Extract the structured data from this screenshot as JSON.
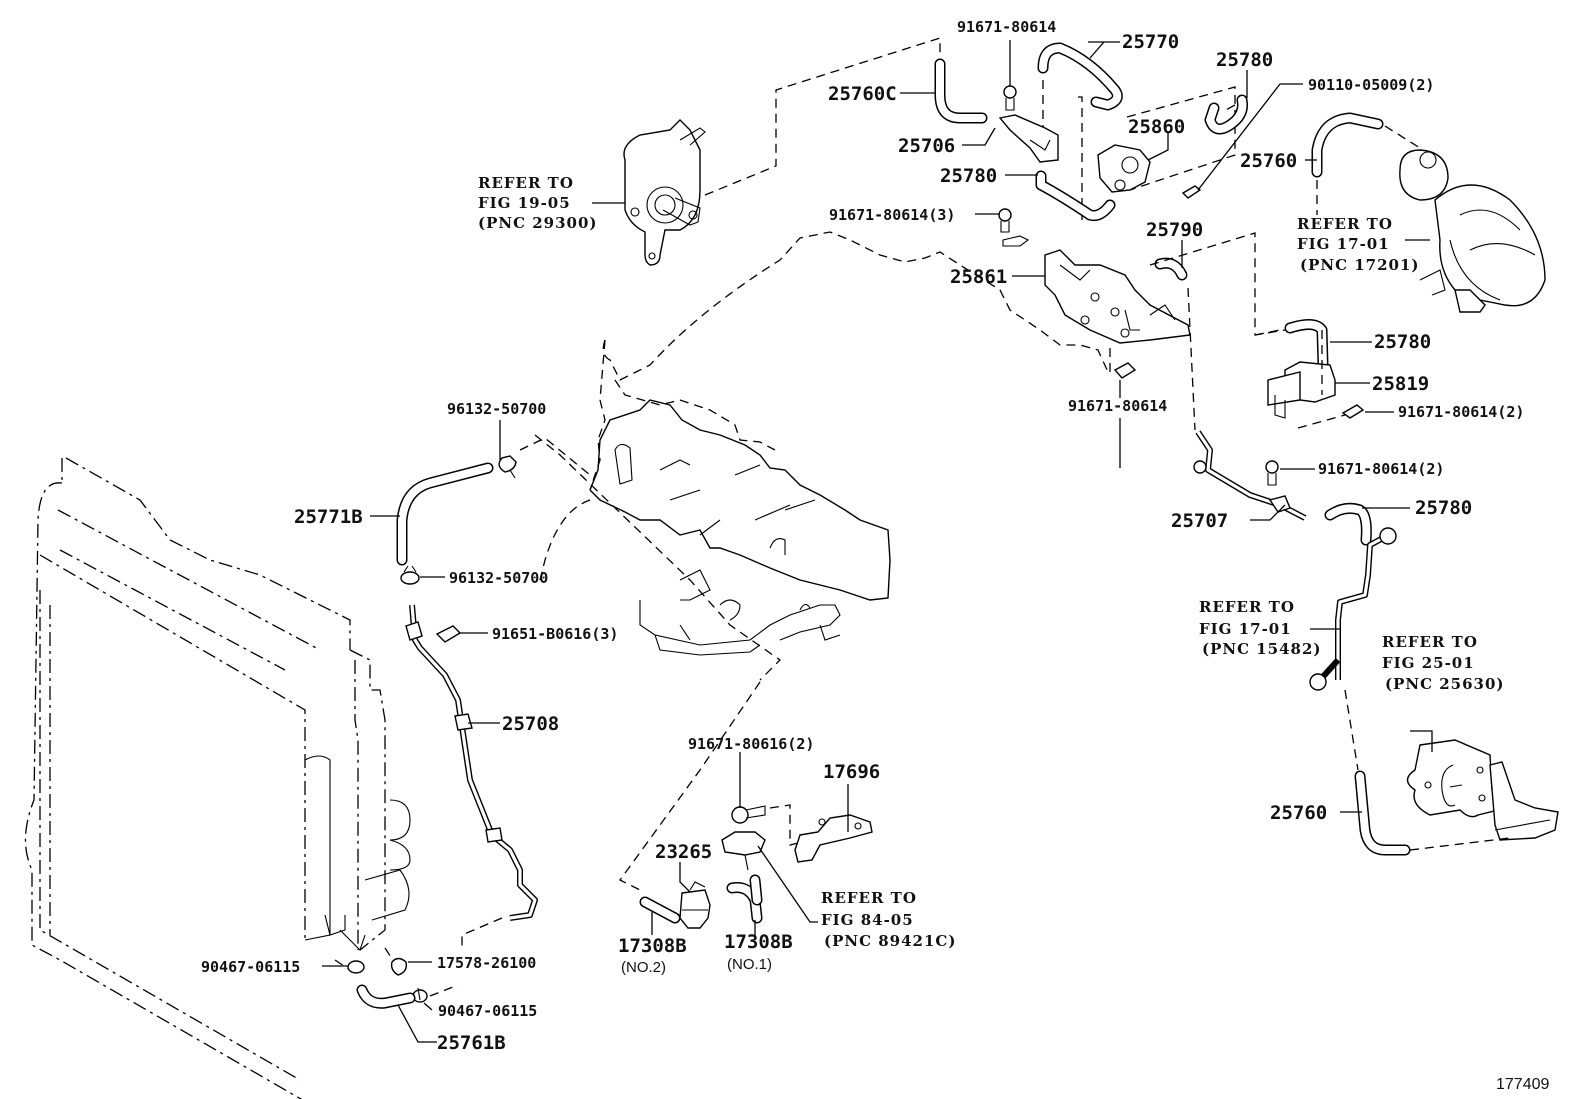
{
  "diagram": {
    "title": "Vacuum piping parts diagram",
    "figure_number": "177409",
    "labels": {
      "p25770": "25770",
      "p25780_top": "25780",
      "p91671_80614_top": "91671-80614",
      "p90110_05009": "90110-05009(2)",
      "p25760C": "25760C",
      "p25706": "25706",
      "p25860": "25860",
      "p25780_mid": "25780",
      "p25760_top": "25760",
      "p91671_80614_3": "91671-80614(3)",
      "p25790": "25790",
      "p25861": "25861",
      "p25780_right": "25780",
      "p25819": "25819",
      "p91671_80614_center": "91671-80614",
      "p91671_80614_2a": "91671-80614(2)",
      "p91671_80614_2b": "91671-80614(2)",
      "p25707": "25707",
      "p25780_low": "25780",
      "p96132_50700_top": "96132-50700",
      "p25771B": "25771B",
      "p96132_50700_bot": "96132-50700",
      "p91651_B0616": "91651-B0616(3)",
      "p25708": "25708",
      "p91671_80616": "91671-80616(2)",
      "p17696": "17696",
      "p23265": "23265",
      "p17308B_no2": "17308B",
      "p17308B_no2_sub": "(NO.2)",
      "p17308B_no1": "17308B",
      "p17308B_no1_sub": "(NO.1)",
      "p90467_06115_left": "90467-06115",
      "p17578_26100": "17578-26100",
      "p90467_06115_right": "90467-06115",
      "p25761B": "25761B",
      "p25760_bottom": "25760"
    },
    "references": [
      {
        "line1": "REFER TO",
        "line2": "FIG 19-05",
        "line3": "(PNC 29300)"
      },
      {
        "line1": "REFER TO",
        "line2": "FIG 17-01",
        "line3": "(PNC 17201)"
      },
      {
        "line1": "REFER TO",
        "line2": "FIG 17-01",
        "line3": "(PNC 15482)"
      },
      {
        "line1": "REFER TO",
        "line2": "FIG 25-01",
        "line3": "(PNC 25630)"
      },
      {
        "line1": "REFER TO",
        "line2": "FIG 84-05",
        "line3": "(PNC 89421C)"
      }
    ]
  }
}
